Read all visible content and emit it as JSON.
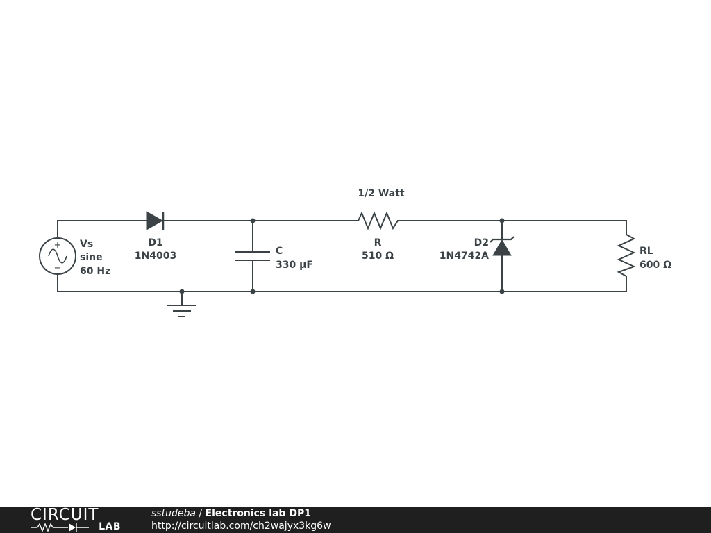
{
  "schematic": {
    "source": {
      "name": "Vs",
      "type": "sine",
      "freq": "60 Hz"
    },
    "d1": {
      "name": "D1",
      "part": "1N4003"
    },
    "c": {
      "name": "C",
      "value": "330 µF"
    },
    "r": {
      "name": "R",
      "value": "510 Ω",
      "note": "1/2 Watt"
    },
    "d2": {
      "name": "D2",
      "part": "1N4742A"
    },
    "rl": {
      "name": "RL",
      "value": "600 Ω"
    },
    "plus_sign": "+",
    "minus_sign": "−"
  },
  "footer": {
    "logo_top": "CIRCUIT",
    "logo_bottom": "LAB",
    "owner": "sstudeba",
    "separator": " / ",
    "title": "Electronics lab DP1",
    "url": "http://circuitlab.com/ch2wajyx3kg6w"
  },
  "colors": {
    "wire": "#3b4347",
    "footer_bg": "#1f1f1f",
    "footer_text": "#ffffff"
  }
}
